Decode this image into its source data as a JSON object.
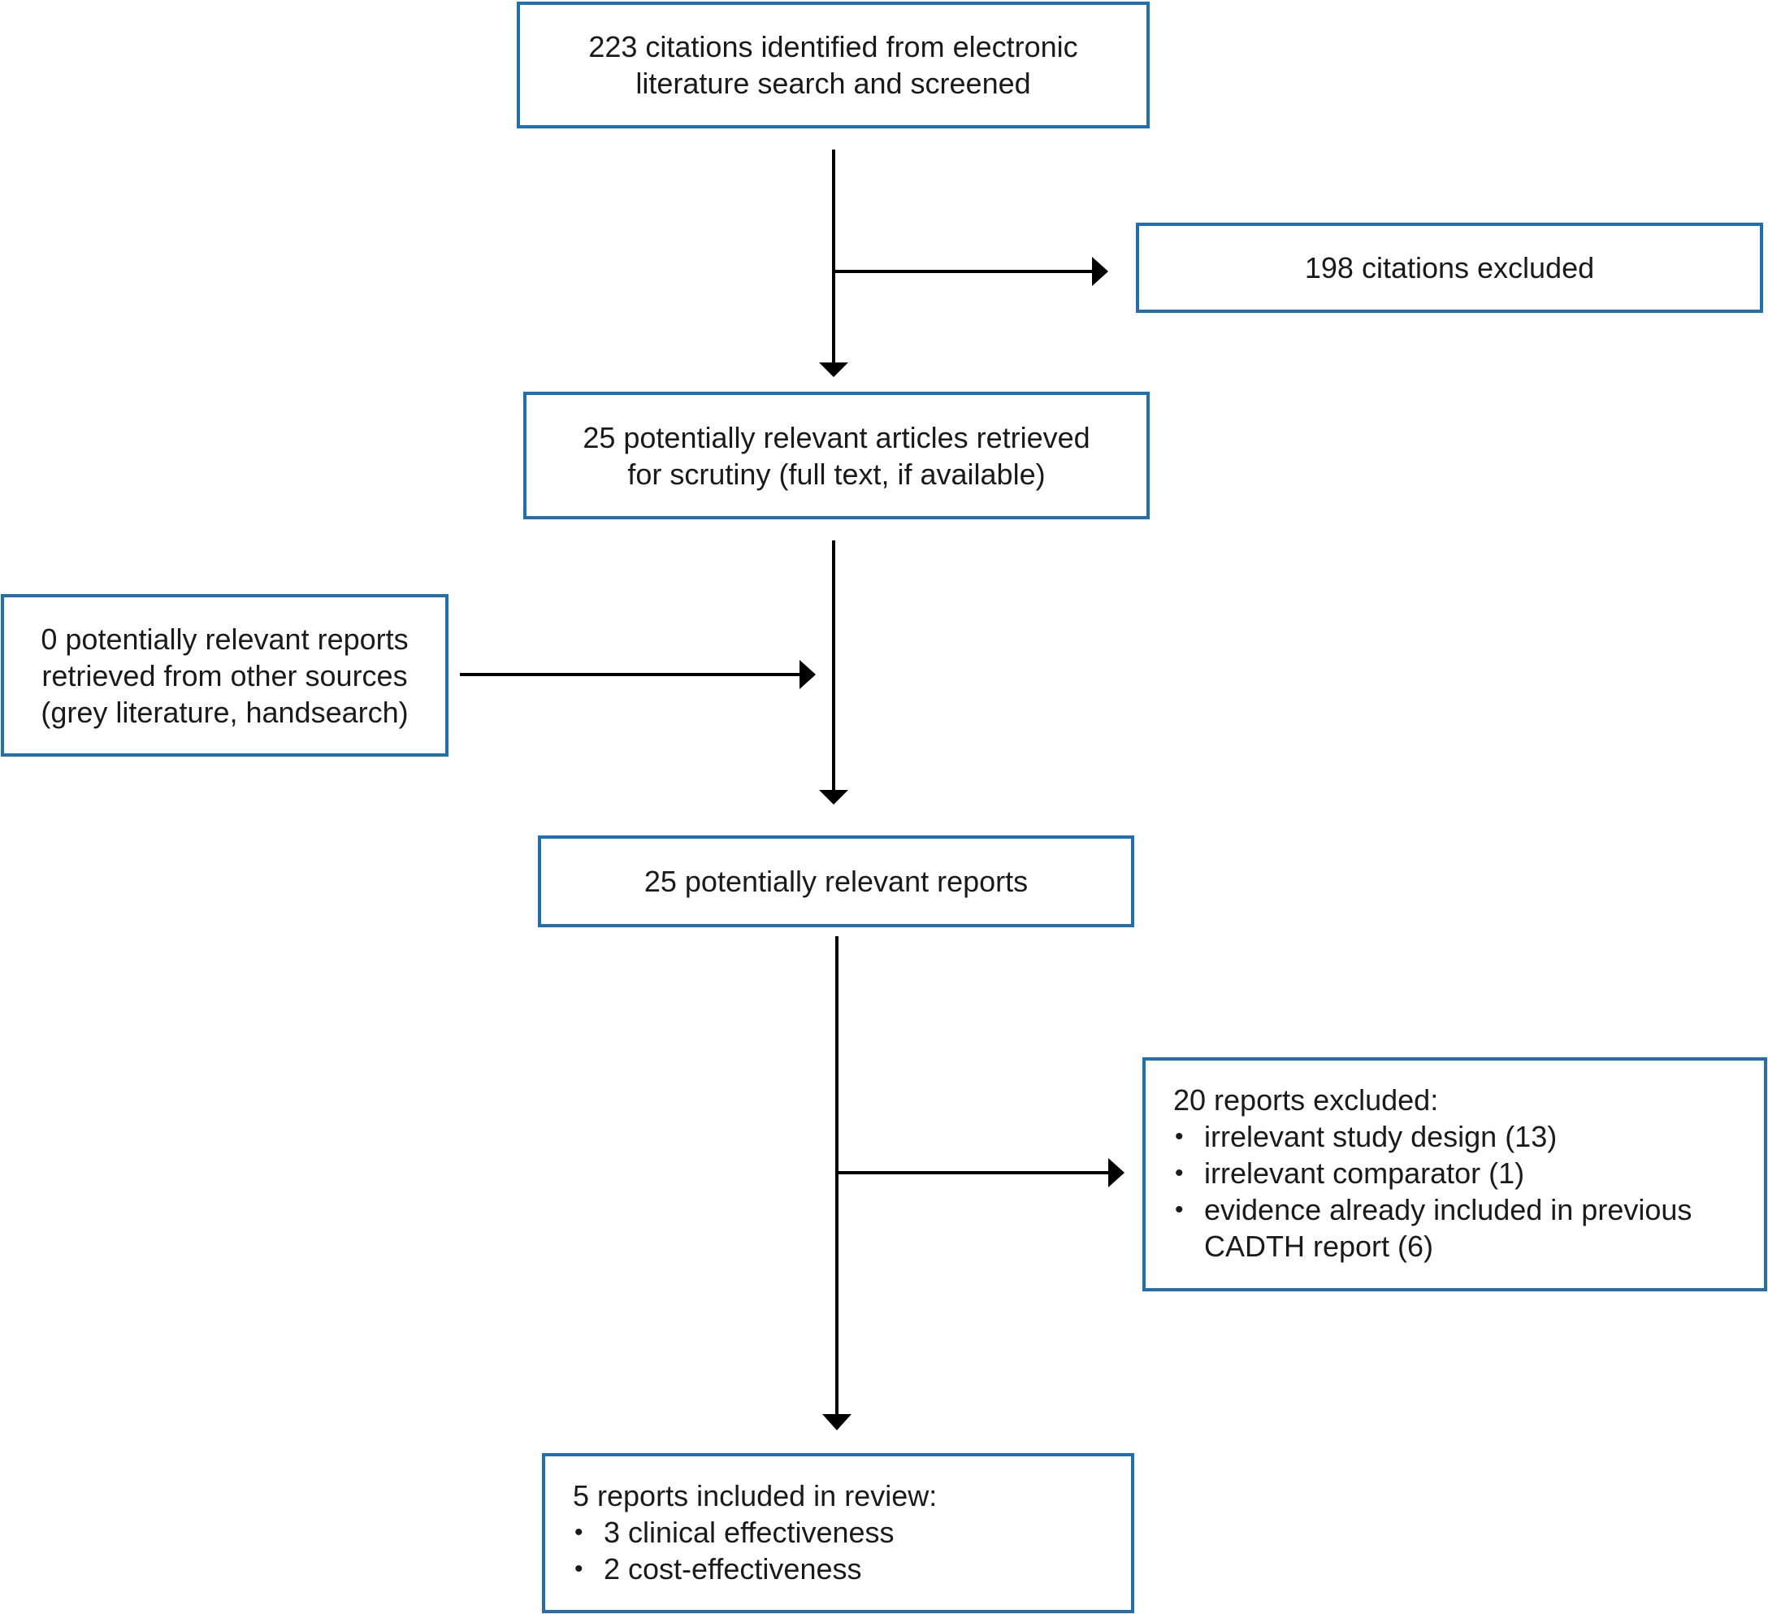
{
  "flow": {
    "identified": {
      "lines": [
        "223 citations identified from electronic",
        "literature search and screened"
      ]
    },
    "excluded_citations": {
      "lines": [
        "198 citations excluded"
      ]
    },
    "retrieved": {
      "lines": [
        "25 potentially relevant articles retrieved",
        "for scrutiny (full text, if available)"
      ]
    },
    "other_sources": {
      "lines": [
        "0 potentially relevant reports",
        "retrieved from other sources",
        "(grey literature, handsearch)"
      ]
    },
    "potential": {
      "lines": [
        "25 potentially relevant reports"
      ]
    },
    "excluded_reports": {
      "heading": "20 reports excluded:",
      "items": [
        "irrelevant study design (13)",
        "irrelevant comparator (1)",
        "evidence already included in previous",
        "CADTH report (6)"
      ]
    },
    "included": {
      "heading": "5 reports included in review:",
      "items": [
        "3 clinical effectiveness",
        "2 cost-effectiveness"
      ]
    }
  },
  "colors": {
    "box_border": "#1f6fb5",
    "arrow": "#000000"
  }
}
